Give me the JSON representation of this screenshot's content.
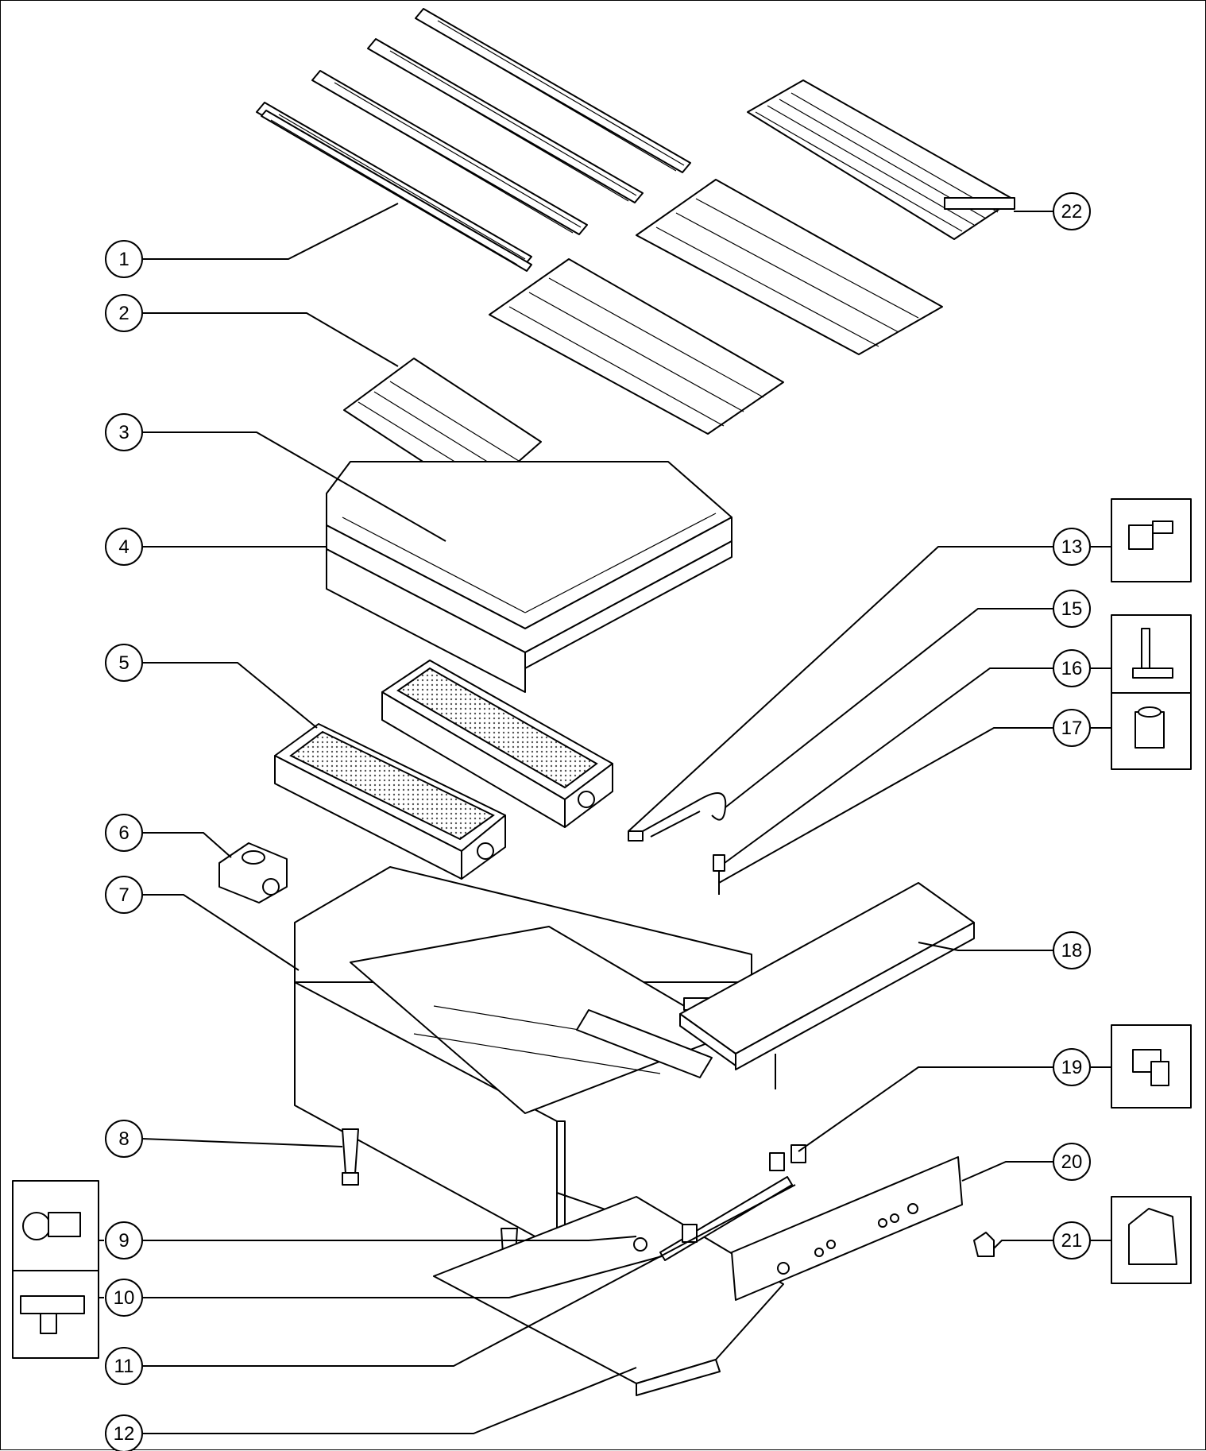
{
  "callouts": {
    "c1": "1",
    "c2": "2",
    "c3": "3",
    "c4": "4",
    "c5": "5",
    "c6": "6",
    "c7": "7",
    "c8": "8",
    "c9": "9",
    "c10": "10",
    "c11": "11",
    "c12": "12",
    "c13": "13",
    "c15": "15",
    "c16": "16",
    "c17": "17",
    "c18": "18",
    "c19": "19",
    "c20": "20",
    "c21": "21",
    "c22": "22"
  }
}
